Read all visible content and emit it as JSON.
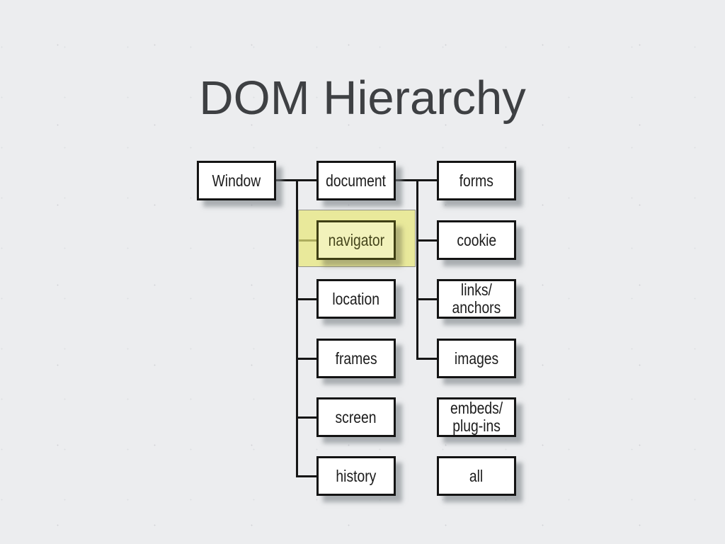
{
  "slide": {
    "title": "DOM Hierarchy"
  },
  "diagram": {
    "type": "tree",
    "root": "Window",
    "nodes": [
      {
        "id": "window",
        "label": "Window",
        "label2": "",
        "highlighted": false
      },
      {
        "id": "document",
        "label": "document",
        "label2": "",
        "highlighted": false
      },
      {
        "id": "navigator",
        "label": "navigator",
        "label2": "",
        "highlighted": true
      },
      {
        "id": "location",
        "label": "location",
        "label2": "",
        "highlighted": false
      },
      {
        "id": "frames",
        "label": "frames",
        "label2": "",
        "highlighted": false
      },
      {
        "id": "screen",
        "label": "screen",
        "label2": "",
        "highlighted": false
      },
      {
        "id": "history",
        "label": "history",
        "label2": "",
        "highlighted": false
      },
      {
        "id": "forms",
        "label": "forms",
        "label2": "",
        "highlighted": false
      },
      {
        "id": "cookie",
        "label": "cookie",
        "label2": "",
        "highlighted": false
      },
      {
        "id": "links-anchors",
        "label": "links/",
        "label2": "anchors",
        "highlighted": false
      },
      {
        "id": "images",
        "label": "images",
        "label2": "",
        "highlighted": false
      },
      {
        "id": "embeds-plugins",
        "label": "embeds/",
        "label2": "plug-ins",
        "highlighted": false
      },
      {
        "id": "all",
        "label": "all",
        "label2": "",
        "highlighted": false
      }
    ],
    "edges": [
      [
        "window",
        "document"
      ],
      [
        "window",
        "navigator"
      ],
      [
        "window",
        "location"
      ],
      [
        "window",
        "frames"
      ],
      [
        "window",
        "screen"
      ],
      [
        "window",
        "history"
      ],
      [
        "document",
        "forms"
      ],
      [
        "document",
        "cookie"
      ],
      [
        "document",
        "links-anchors"
      ],
      [
        "document",
        "images"
      ]
    ],
    "unconnected_nodes": [
      "embeds-plugins",
      "all"
    ]
  },
  "colors": {
    "background": "#ecedef",
    "title_text": "#3e4043",
    "box_fill": "#ffffff",
    "box_border": "#141414",
    "box_text": "#1c1c1c",
    "connector_line": "#161616",
    "box_shadow": "#7d8389",
    "highlight_halo": "#e7e77a",
    "highlight_fill": "#f2f2bb",
    "highlight_border": "#3f3f14",
    "highlight_text": "#45451c"
  }
}
